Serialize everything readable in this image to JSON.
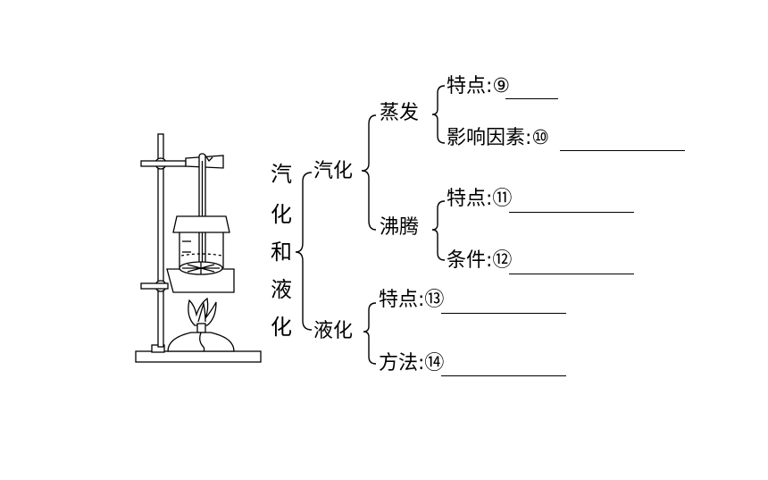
{
  "root": {
    "chars": [
      "汽",
      "化",
      "和",
      "液",
      "化"
    ]
  },
  "vaporization": {
    "label": "汽化",
    "evaporation": {
      "label": "蒸发",
      "features": {
        "label": "特点:",
        "num": "⑨"
      },
      "factors": {
        "label": "影响因素:",
        "num": "⑩"
      }
    },
    "boiling": {
      "label": "沸腾",
      "features": {
        "label": "特点:",
        "num": "⑪"
      },
      "conditions": {
        "label": "条件:",
        "num": "⑫"
      }
    }
  },
  "liquefaction": {
    "label": "液化",
    "features": {
      "label": "特点:",
      "num": "⑬"
    },
    "methods": {
      "label": "方法:",
      "num": "⑭"
    }
  }
}
